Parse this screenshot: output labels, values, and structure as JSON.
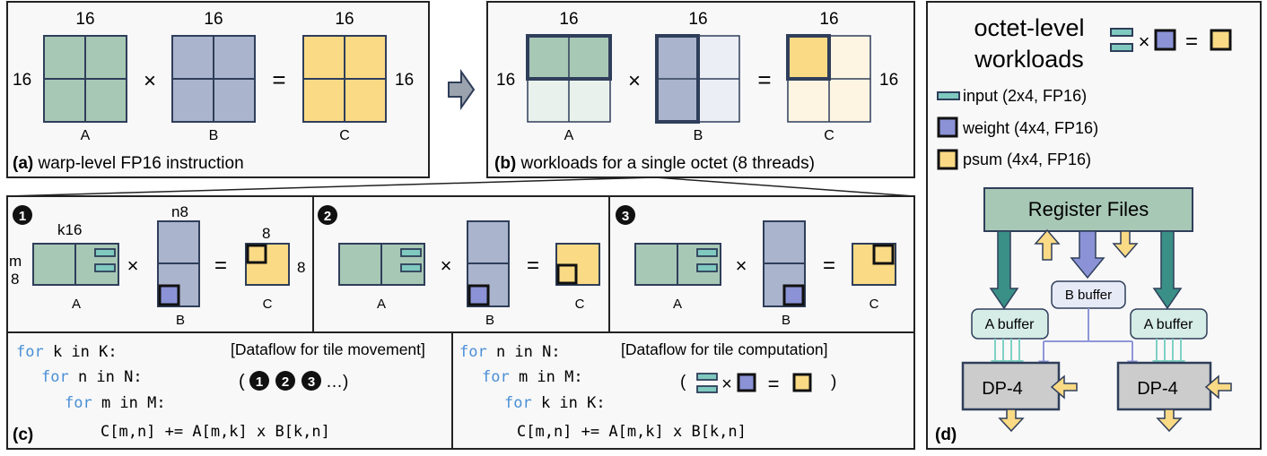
{
  "panel_a": {
    "dim_top_a": "16",
    "dim_top_b": "16",
    "dim_top_c": "16",
    "dim_left": "16",
    "dim_right": "16",
    "times": "×",
    "equals": "=",
    "label_a": "A",
    "label_b": "B",
    "label_c": "C",
    "caption_tag": "(a)",
    "caption_text": " warp-level FP16 instruction"
  },
  "panel_b": {
    "dim_top_a": "16",
    "dim_top_b": "16",
    "dim_top_c": "16",
    "dim_left": "16",
    "dim_right": "16",
    "times": "×",
    "equals": "=",
    "label_a": "A",
    "label_b": "B",
    "label_c": "C",
    "caption_tag": "(b)",
    "caption_text": " workloads for a single octet (8 threads)"
  },
  "panel_c": {
    "step1": "1",
    "step2": "2",
    "step3": "3",
    "k_label": "k16",
    "n_label": "n8",
    "m_label": "m",
    "m_value": "8",
    "c_top": "8",
    "c_right": "8",
    "times": "×",
    "equals": "=",
    "label_a": "A",
    "label_b": "B",
    "label_c": "C",
    "tag": "(c)",
    "code_left": {
      "comment": "[Dataflow for tile movement]",
      "line1_kw": "for",
      "line1_rest": " k in K:",
      "line2_kw": "for",
      "line2_rest": " n in N:",
      "line3_kw": "for",
      "line3_rest": " m in M:",
      "line4": "C[m,n] += A[m,k] x B[k,n]",
      "seq_open": "(",
      "seq_close": "…)"
    },
    "code_right": {
      "comment": "[Dataflow for tile computation]",
      "line1_kw": "for",
      "line1_rest": " n in N:",
      "line2_kw": "for",
      "line2_rest": " m in M:",
      "line3_kw": "for",
      "line3_rest": " k in K:",
      "line4": "C[m,n] += A[m,k] x B[k,n]",
      "eq_open": "(",
      "eq_times": "×",
      "eq_equals": "=",
      "eq_close": ")"
    }
  },
  "panel_d": {
    "title_line1": "octet-level",
    "title_line2": "workloads",
    "times": "×",
    "equals": "=",
    "legend": [
      {
        "label": "input (2x4, FP16)"
      },
      {
        "label": "weight (4x4, FP16)"
      },
      {
        "label": "psum (4x4, FP16)"
      }
    ],
    "register_files": "Register Files",
    "b_buffer": "B buffer",
    "a_buffer_left": "A buffer",
    "a_buffer_right": "A buffer",
    "dp_left": "DP-4",
    "dp_right": "DP-4",
    "tag": "(d)"
  },
  "colors": {
    "green": "#a8c8b6",
    "green_light": "#e9f1ec",
    "blue": "#aab4cc",
    "blue_light": "#eceef5",
    "yellow": "#fbda85",
    "yellow_light": "#fdf5e2",
    "border": "#2f3e5a",
    "teal": "#3a8f86",
    "teal_light": "#7fc9bf",
    "panel_bg": "#f8f8f8",
    "code_kw": "#4a8fd6"
  }
}
